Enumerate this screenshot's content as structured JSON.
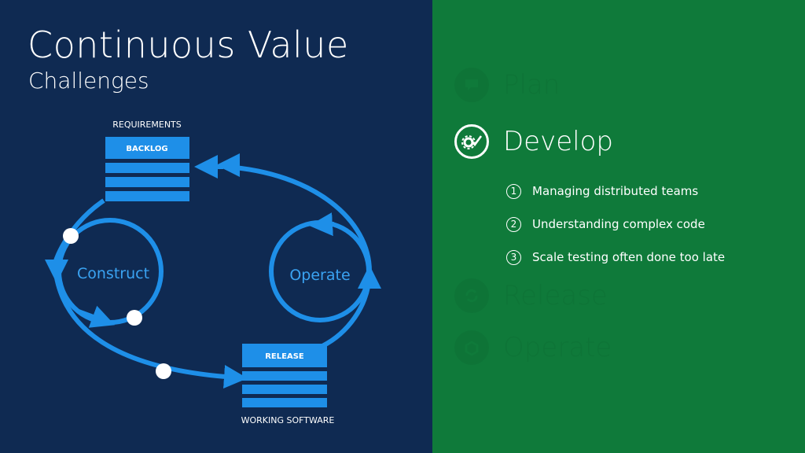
{
  "slide": {
    "title": "Continuous Value",
    "subtitle": "Challenges"
  },
  "diagram": {
    "requirements_label": "REQUIREMENTS",
    "backlog_label": "BACKLOG",
    "release_label": "RELEASE",
    "working_software_label": "WORKING SOFTWARE",
    "construct_label": "Construct",
    "operate_label": "Operate"
  },
  "stages": [
    {
      "label": "Plan",
      "icon": "chat-icon",
      "state": "dim"
    },
    {
      "label": "Develop",
      "icon": "gear-check-icon",
      "state": "active"
    },
    {
      "label": "Release",
      "icon": "refresh-icon",
      "state": "dim"
    },
    {
      "label": "Operate",
      "icon": "box-icon",
      "state": "dim"
    }
  ],
  "develop_items": [
    {
      "number": "1",
      "text": "Managing distributed teams"
    },
    {
      "number": "2",
      "text": "Understanding complex code"
    },
    {
      "number": "3",
      "text": "Scale testing often done too late"
    }
  ],
  "colors": {
    "left_bg": "#0f2a52",
    "right_bg": "#0f7a3a",
    "accent_blue": "#1e8fe8"
  }
}
